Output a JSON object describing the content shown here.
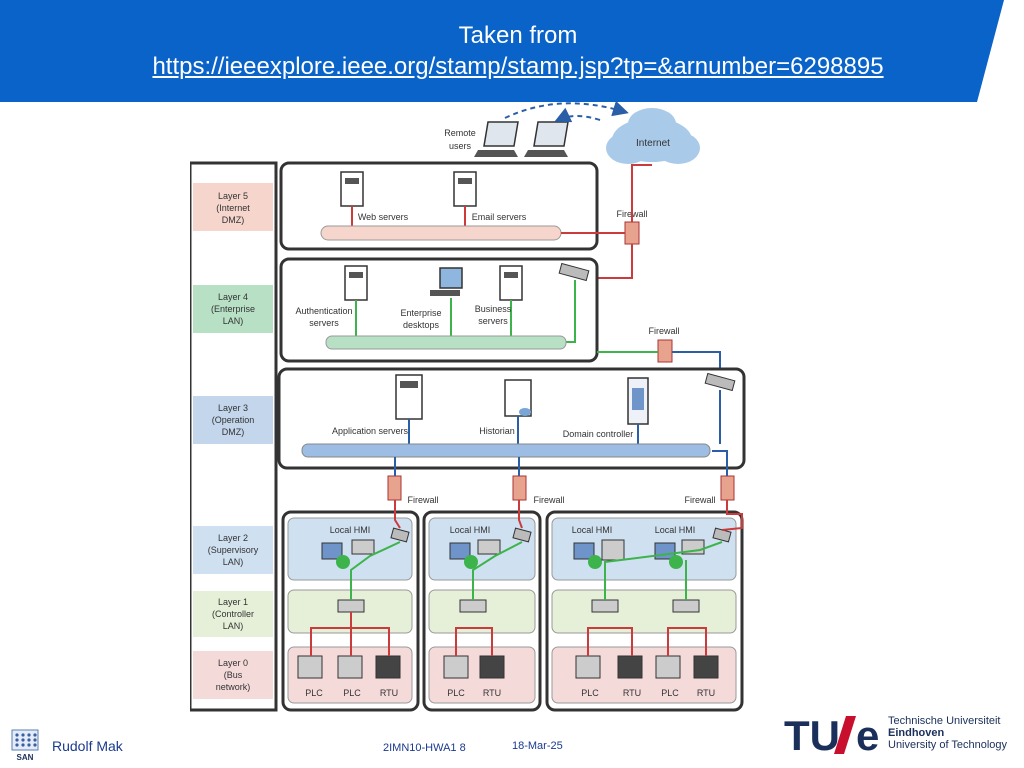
{
  "slide": {
    "title": "Taken from",
    "source_url": "https://ieeexplore.ieee.org/stamp/stamp.jsp?tp=&arnumber=6298895"
  },
  "diagram": {
    "top": {
      "remote_users": "Remote\nusers",
      "internet": "Internet"
    },
    "layers": [
      {
        "label": "Layer 5\n(Internet\nDMZ)"
      },
      {
        "label": "Layer 4\n(Enterprise\nLAN)"
      },
      {
        "label": "Layer 3\n(Operation\nDMZ)"
      },
      {
        "label": "Layer 2\n(Supervisory\nLAN)"
      },
      {
        "label": "Layer 1\n(Controller\nLAN)"
      },
      {
        "label": "Layer 0\n(Bus\nnetwork)"
      }
    ],
    "layer5_items": {
      "web_servers": "Web servers",
      "email_servers": "Email servers",
      "firewall": "Firewall"
    },
    "layer4_items": {
      "auth": "Authentication\nservers",
      "desktops": "Enterprise\ndesktops",
      "business": "Business\nservers",
      "firewall": "Firewall"
    },
    "layer3_items": {
      "app": "Application servers",
      "historian": "Historian",
      "domain": "Domain controller"
    },
    "lower_firewall": "Firewall",
    "local_hmi": "Local HMI",
    "devices": {
      "plc": "PLC",
      "rtu": "RTU"
    }
  },
  "footer": {
    "author": "Rudolf Mak",
    "course_code": "2IMN10-HWA1 8",
    "date": "18-Mar-25",
    "san_logo_text": "SAN",
    "tue_logo_text": "TU/e",
    "tue_name_lines": [
      "Technische Universiteit",
      "Eindhoven",
      "University of Technology"
    ]
  },
  "colors": {
    "banner_blue": "#0a63c9",
    "layer5_fill": "#f6d5cd",
    "layer4_fill": "#b8e0c5",
    "layer3_fill": "#c3d6ec",
    "supervisory_fill": "#cfe0f0",
    "controller_fill": "#e6f0d8",
    "bus_fill": "#f5dada",
    "link_red": "#cc3b3b",
    "link_green": "#3cb44b",
    "link_blue": "#2a5fa8",
    "tue_red": "#c8102e",
    "tue_navy": "#1a2f5a"
  }
}
